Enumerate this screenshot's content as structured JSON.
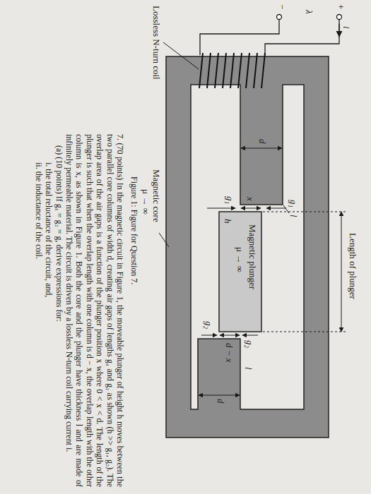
{
  "diagram": {
    "caption": "Figure 1: Figure for Question 7.",
    "labels": [
      "Length of plunger",
      "g₂",
      "d",
      "l",
      "g₁",
      "g₁",
      "x",
      "h",
      "Magnetic plunger",
      "μ → ∞",
      "g₂",
      "d",
      "l",
      "d − x",
      "i",
      "+",
      "λ",
      "−",
      "Lossless N-turn coil",
      "Magnetic core",
      "μ → ∞",
      "7. (70 points) In the magnetic circuit in Figure 1, the moveable plunger of height h moves between the two parallel core columns of width d, creating air gaps of lengths g₁ and g₂ as shown (h >> g₁, g₂). The overlap area of the air gaps is a function of the plunger position x where 0 < x < d. The length of the plunger is such that when the overlap length with one column is d − x, the overlap length with the other column is x, as shown in Figure 1. Both the core and the plunger have thickness l and are made of infinitely permeable material. The circuit is driven by a lossless N-turn coil carrying current i.",
      "(a) (10 points) If g₁ = g₂ = g, derive expressions for:",
      "i. the total reluctance of the circuit, and,",
      "ii. the inductance of the coil."
    ]
  }
}
